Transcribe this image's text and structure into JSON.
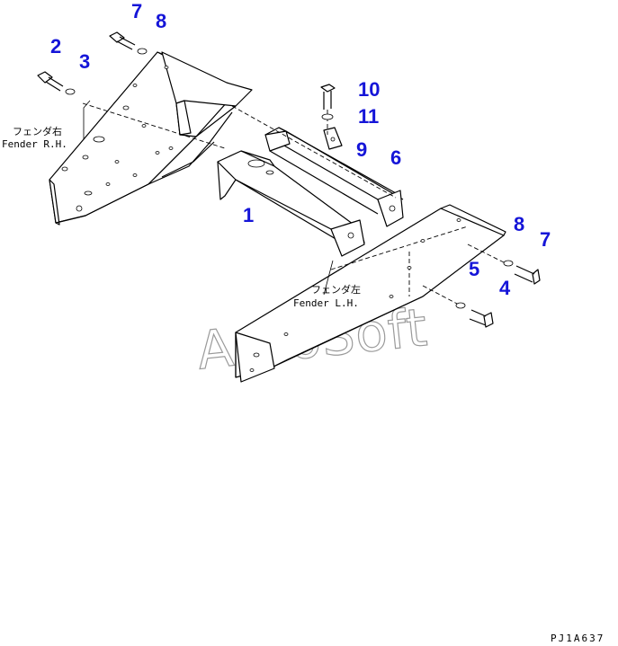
{
  "callouts": [
    {
      "id": "callout-1",
      "text": "1"
    },
    {
      "id": "callout-2",
      "text": "2"
    },
    {
      "id": "callout-3",
      "text": "3"
    },
    {
      "id": "callout-4",
      "text": "4"
    },
    {
      "id": "callout-5",
      "text": "5"
    },
    {
      "id": "callout-6",
      "text": "6"
    },
    {
      "id": "callout-7a",
      "text": "7"
    },
    {
      "id": "callout-7b",
      "text": "7"
    },
    {
      "id": "callout-8a",
      "text": "8"
    },
    {
      "id": "callout-8b",
      "text": "8"
    },
    {
      "id": "callout-9",
      "text": "9"
    },
    {
      "id": "callout-10",
      "text": "10"
    },
    {
      "id": "callout-11",
      "text": "11"
    }
  ],
  "labels": {
    "fender_rh_jp": "フェンダ右",
    "fender_rh_en": "Fender R.H.",
    "fender_lh_jp": "フェンダ左",
    "fender_lh_en": "Fender L.H."
  },
  "watermark": "AutoSoft",
  "drawing_code": "PJ1A637",
  "colors": {
    "callout": "#1515d8",
    "line": "#000000",
    "watermark": "#9a9a9a"
  }
}
